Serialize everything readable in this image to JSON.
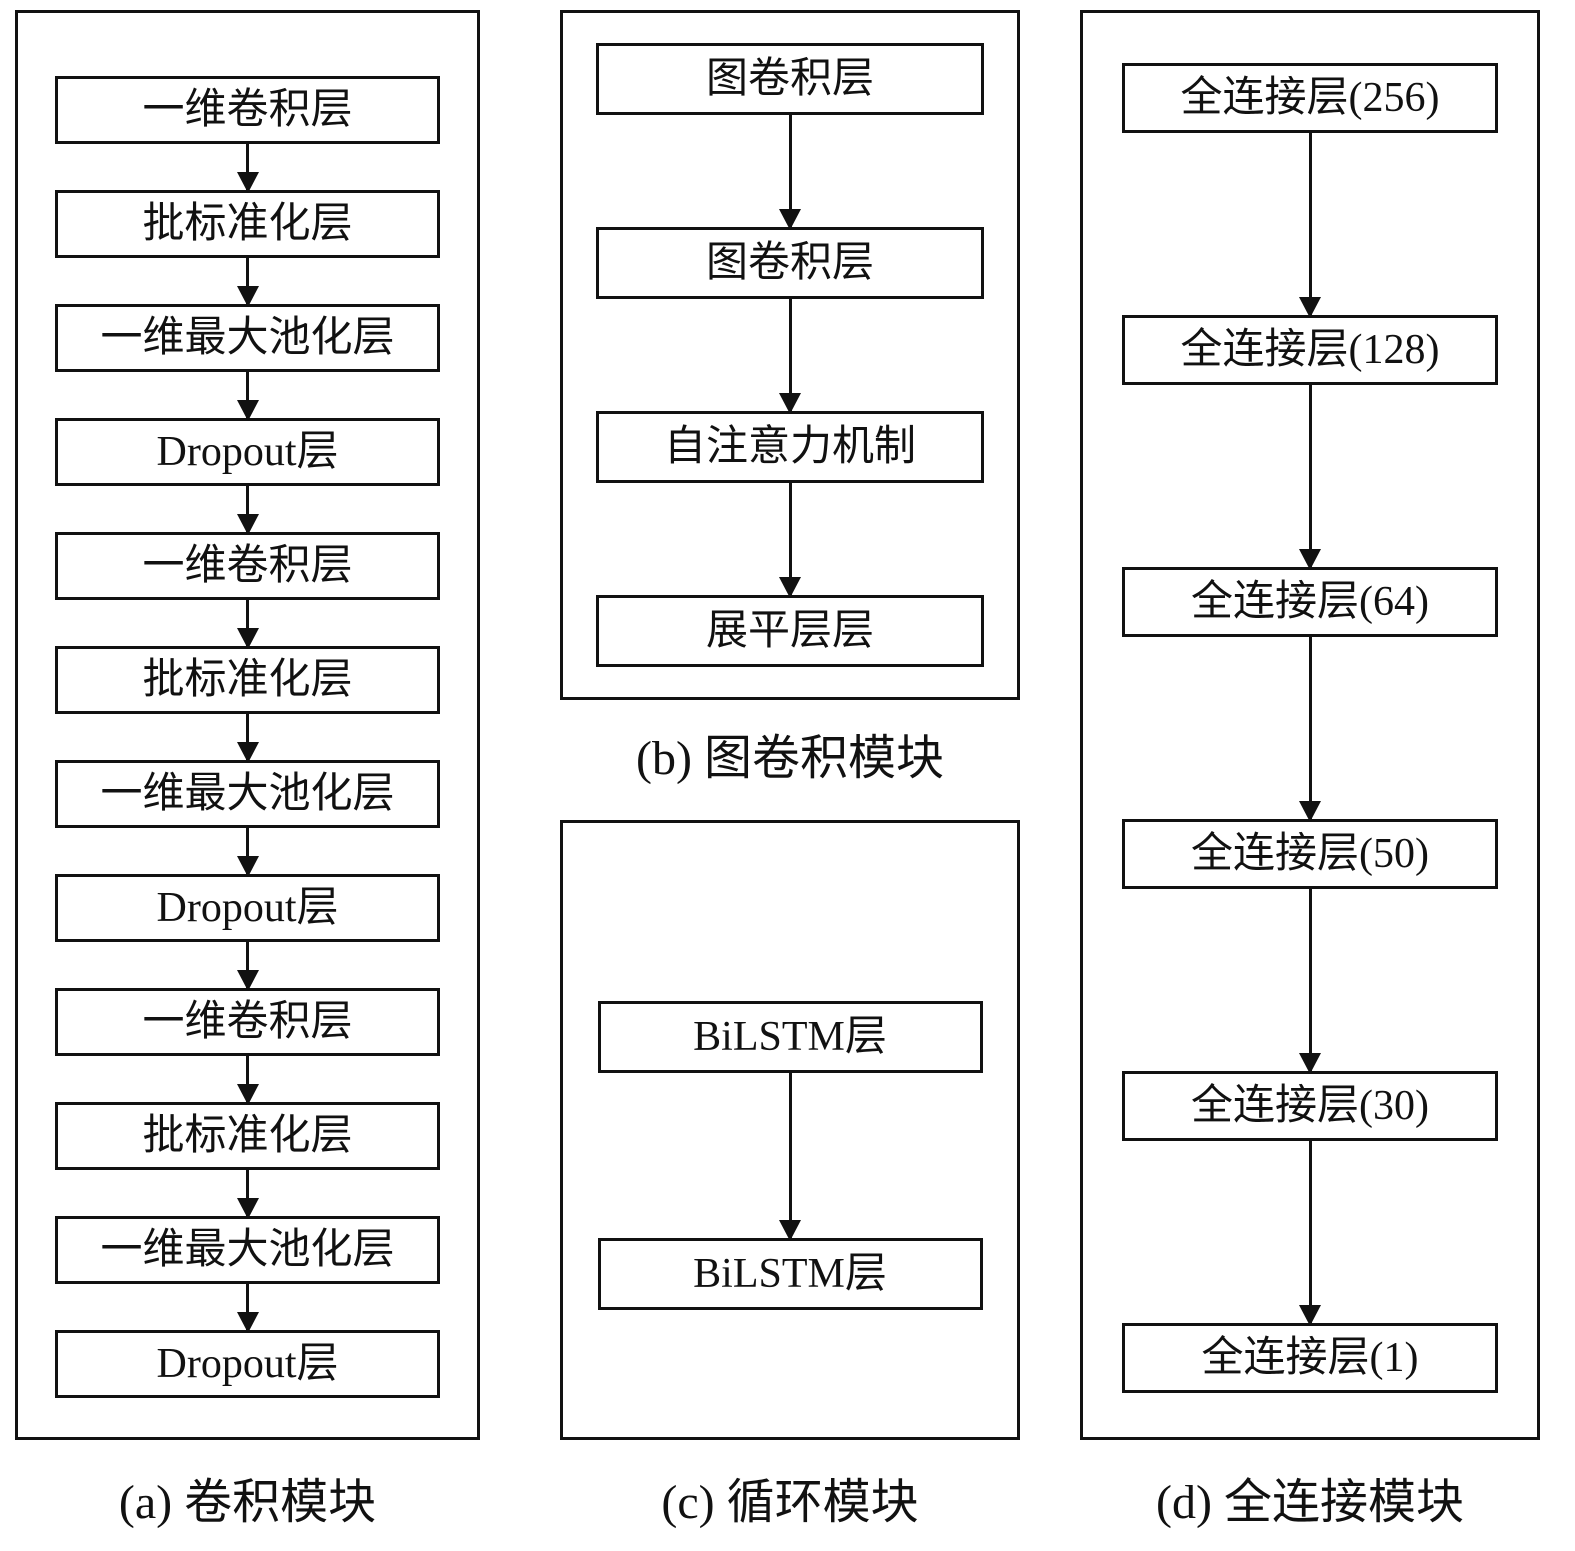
{
  "panels": {
    "a": {
      "caption": "(a) 卷积模块",
      "nodes": [
        "一维卷积层",
        "批标准化层",
        "一维最大池化层",
        "Dropout层",
        "一维卷积层",
        "批标准化层",
        "一维最大池化层",
        "Dropout层",
        "一维卷积层",
        "批标准化层",
        "一维最大池化层",
        "Dropout层"
      ]
    },
    "b": {
      "caption": "(b) 图卷积模块",
      "nodes": [
        "图卷积层",
        "图卷积层",
        "自注意力机制",
        "展平层层"
      ]
    },
    "c": {
      "caption": "(c) 循环模块",
      "nodes": [
        "BiLSTM层",
        "BiLSTM层"
      ]
    },
    "d": {
      "caption": "(d) 全连接模块",
      "nodes": [
        "全连接层(256)",
        "全连接层(128)",
        "全连接层(64)",
        "全连接层(50)",
        "全连接层(30)",
        "全连接层(1)"
      ]
    }
  }
}
